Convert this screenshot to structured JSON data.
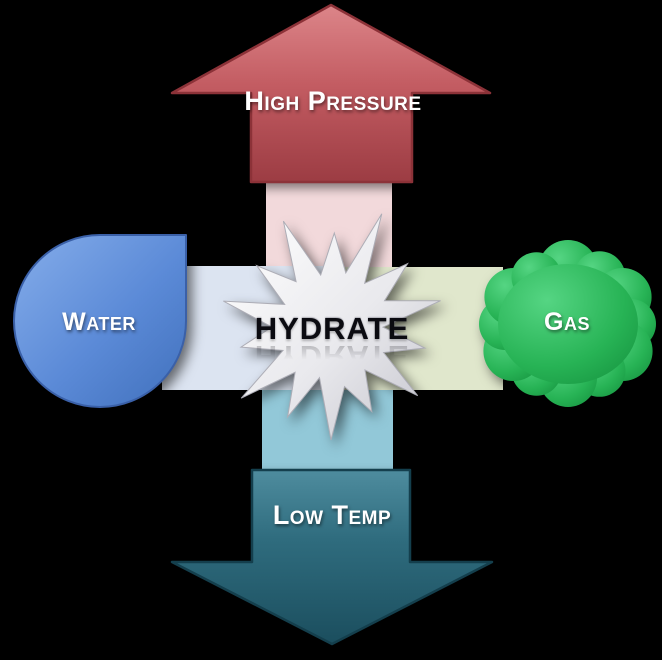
{
  "background_color": "#000000",
  "diagram": {
    "center": {
      "label": "HYDRATE",
      "shape": "starburst",
      "fill": "#F0F0F3",
      "text_color": "#0B0B11"
    },
    "top": {
      "label": "High Pressure",
      "shape": "block-arrow-up",
      "fill": "#C25C62",
      "connector_fill": "#F2D9DB"
    },
    "bottom": {
      "label": "Low Temp",
      "shape": "block-arrow-down",
      "fill": "#2D6B7D",
      "connector_fill": "#92C8D8"
    },
    "left": {
      "label": "Water",
      "shape": "water-droplet",
      "fill": "#5B8AD7",
      "connector_fill": "#DCE4F1"
    },
    "right": {
      "label": "Gas",
      "shape": "cloud",
      "fill": "#27B355",
      "connector_fill": "#E0E7CC"
    }
  }
}
